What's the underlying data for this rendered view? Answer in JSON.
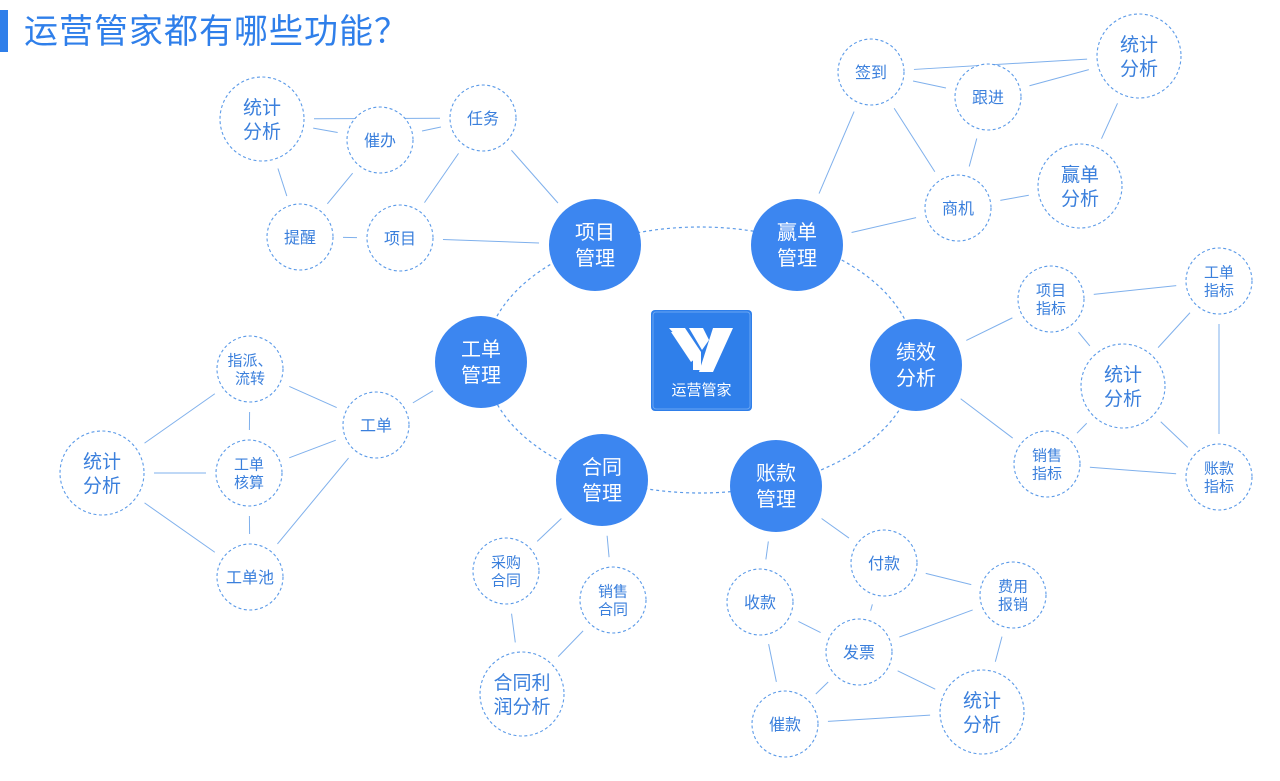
{
  "title": "运营管家都有哪些功能？",
  "colors": {
    "accent": "#2f7fea",
    "hub_fill": "#3c86f0",
    "leaf_stroke": "#5b9ae8",
    "leaf_text": "#3a7fdc"
  },
  "center": {
    "logo_icon": "yy-logo-icon",
    "label": "运营管家"
  },
  "hubs": {
    "project": [
      "项目",
      "管理"
    ],
    "win": [
      "赢单",
      "管理"
    ],
    "perf": [
      "绩效",
      "分析"
    ],
    "account": [
      "账款",
      "管理"
    ],
    "contract": [
      "合同",
      "管理"
    ],
    "ticket": [
      "工单",
      "管理"
    ]
  },
  "leaves": {
    "p_stats": [
      "统计",
      "分析"
    ],
    "p_urge": [
      "催办"
    ],
    "p_task": [
      "任务"
    ],
    "p_remind": [
      "提醒"
    ],
    "p_project": [
      "项目"
    ],
    "w_sign": [
      "签到"
    ],
    "w_follow": [
      "跟进"
    ],
    "w_stats": [
      "统计",
      "分析"
    ],
    "w_opp": [
      "商机"
    ],
    "w_win": [
      "赢单",
      "分析"
    ],
    "f_proj": [
      "项目",
      "指标"
    ],
    "f_ticket": [
      "工单",
      "指标"
    ],
    "f_stats": [
      "统计",
      "分析"
    ],
    "f_sales": [
      "销售",
      "指标"
    ],
    "f_acct": [
      "账款",
      "指标"
    ],
    "a_pay": [
      "付款"
    ],
    "a_fee": [
      "费用",
      "报销"
    ],
    "a_recv": [
      "收款"
    ],
    "a_inv": [
      "发票"
    ],
    "a_due": [
      "催款"
    ],
    "a_stats": [
      "统计",
      "分析"
    ],
    "c_buy": [
      "采购",
      "合同"
    ],
    "c_sell": [
      "销售",
      "合同"
    ],
    "c_profit": [
      "合同利",
      "润分析"
    ],
    "t_assign": [
      "指派、",
      "流转"
    ],
    "t_ticket": [
      "工单"
    ],
    "t_stats": [
      "统计",
      "分析"
    ],
    "t_audit": [
      "工单",
      "核算"
    ],
    "t_pool": [
      "工单池"
    ]
  }
}
